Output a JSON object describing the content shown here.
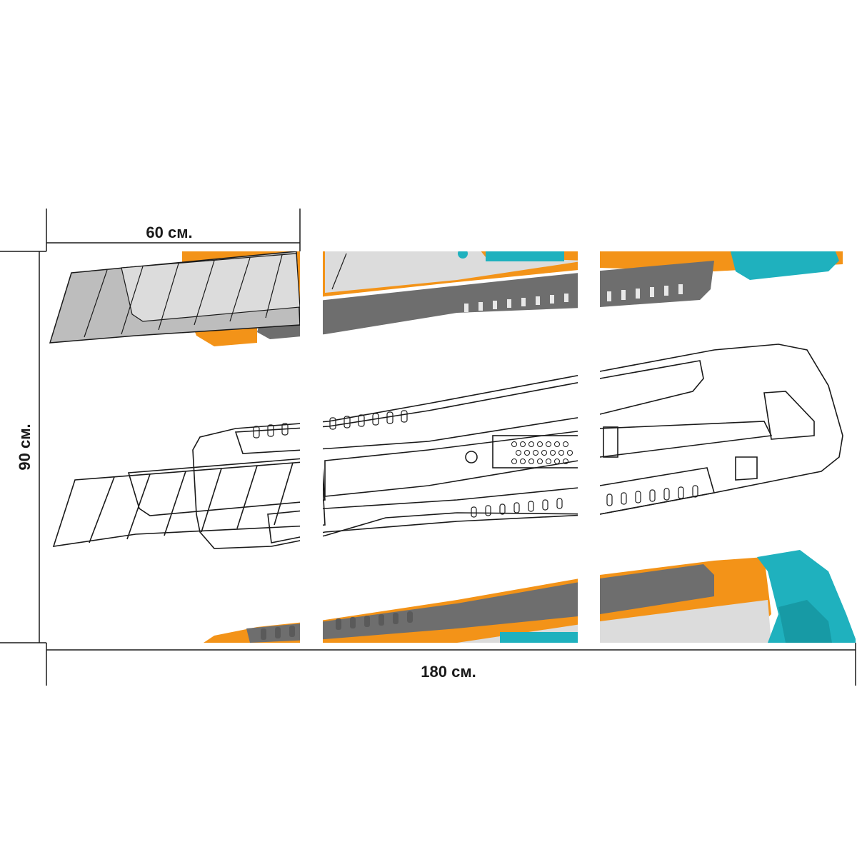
{
  "dimensions": {
    "panel_width_label": "60 см.",
    "height_label": "90 см.",
    "total_width_label": "180 см."
  },
  "panels": [
    {
      "name": "left-panel"
    },
    {
      "name": "center-panel"
    },
    {
      "name": "right-panel"
    }
  ],
  "colors": {
    "orange": "#f39318",
    "teal": "#1fb1be",
    "teal_dark": "#179aa5",
    "grey_dark": "#6e6e6e",
    "grey_light": "#dcdcdc",
    "blade": "#bdbdbd",
    "outline": "#1a1a1a",
    "background": "#ffffff"
  }
}
